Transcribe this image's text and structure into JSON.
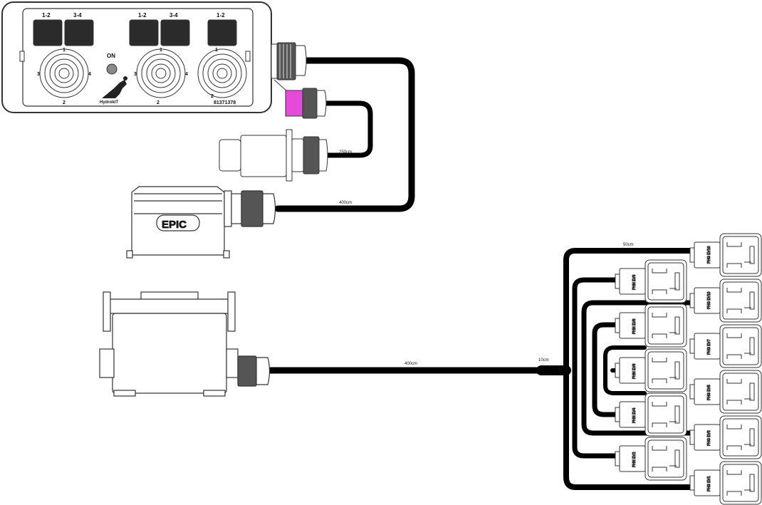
{
  "control_box": {
    "buttons": [
      {
        "label": "1-2"
      },
      {
        "label": "3-4"
      },
      {
        "label": "1-2"
      },
      {
        "label": "3-4"
      },
      {
        "label": "1-2"
      }
    ],
    "on_label": "ON",
    "joysticks": [
      {
        "top": "1",
        "left": "3",
        "right": "4",
        "bottom": "2"
      },
      {
        "top": "1",
        "left": "3",
        "right": "4",
        "bottom": "2"
      },
      {
        "top": "1",
        "bottom": "2"
      }
    ],
    "brand": "HydrokiT",
    "serial": "81371378"
  },
  "epic_connector": {
    "label": "EPIC"
  },
  "cables": {
    "short_length": "250cm",
    "long_length": "400cm",
    "main_length": "400cm",
    "split_length": "10cm",
    "branch_length": "50cm"
  },
  "valves_right": [
    "PHG EV16",
    "PHG EV10",
    "PHG EV7",
    "PHG EV5",
    "PHG EV3",
    "PHG EV1"
  ],
  "valves_left": [
    "PHN EV9",
    "PHN EV8",
    "PHN EV6",
    "PHN EV4",
    "PHN EV2"
  ],
  "colors": {
    "cable": "#000000",
    "highlight": "#e64ad9",
    "outline": "#333333"
  }
}
